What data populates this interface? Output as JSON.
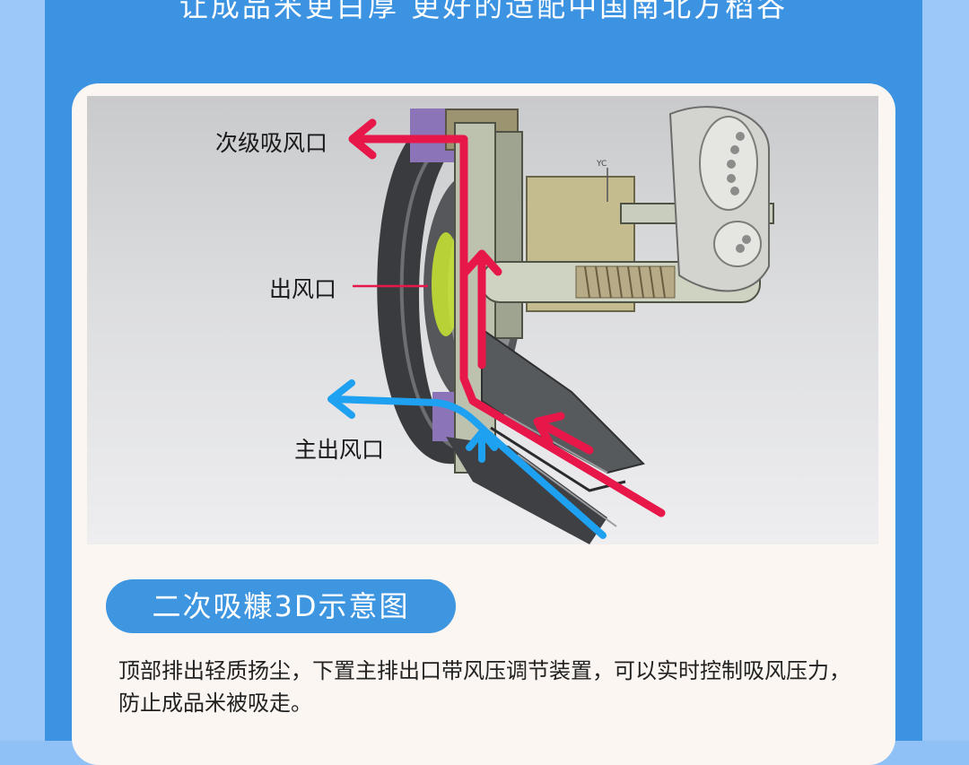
{
  "header": {
    "headline": "让成品米更白厚 更好的适配中国南北方稻谷"
  },
  "figure": {
    "labels": {
      "secondary_suction": "次级吸风口",
      "air_outlet": "出风口",
      "main_outlet": "主出风口"
    },
    "axis_tag": "YC",
    "colors": {
      "red_flow": "#e8174a",
      "blue_flow": "#1ea1f0"
    }
  },
  "badge": {
    "text": "二次吸糠3D示意图"
  },
  "description": {
    "text": "顶部排出轻质扬尘，下置主排出口带风压调节装置，可以实时控制吸风压力，防止成品米被吸走。"
  },
  "theme": {
    "panel_blue": "#3c93e2",
    "card_bg": "#fbf6f1",
    "badge_blue": "#3f96e0"
  }
}
